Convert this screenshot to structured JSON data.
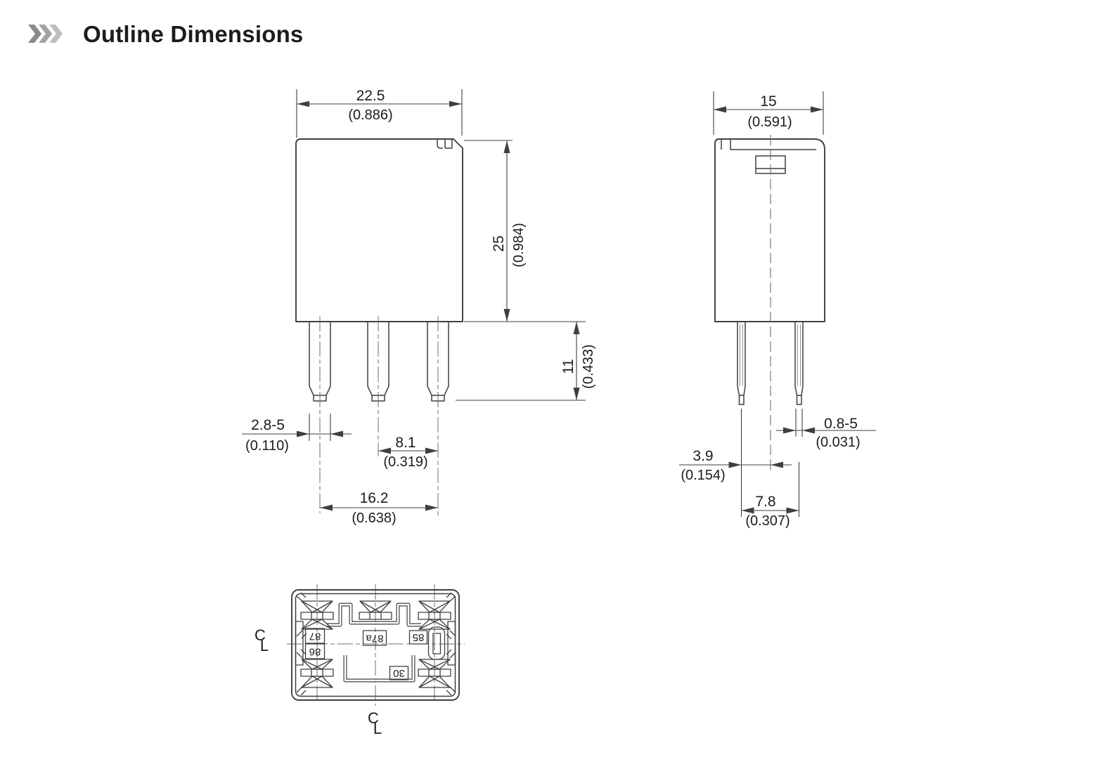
{
  "title": "Outline Dimensions",
  "front_view": {
    "width_mm": "22.5",
    "width_in": "(0.886)",
    "height_mm": "25",
    "height_in": "(0.984)",
    "pin_length_mm": "11",
    "pin_length_in": "(0.433)",
    "pin_width_mm": "2.8-5",
    "pin_width_in": "(0.110)",
    "pin_pitch_mm": "8.1",
    "pin_pitch_in": "(0.319)",
    "pin_span_mm": "16.2",
    "pin_span_in": "(0.638)"
  },
  "side_view": {
    "width_mm": "15",
    "width_in": "(0.591)",
    "pin_offset_mm": "3.9",
    "pin_offset_in": "(0.154)",
    "pin_span_mm": "7.8",
    "pin_span_in": "(0.307)",
    "pin_thickness_mm": "0.8-5",
    "pin_thickness_in": "(0.031)"
  },
  "bottom_view": {
    "pin_labels": {
      "p87": "87",
      "p86": "86",
      "p87a": "87a",
      "p85": "85",
      "p30": "30"
    },
    "centerline_symbol": {
      "c": "C",
      "l": "L"
    }
  },
  "colors": {
    "line": "#3f3f3f",
    "centerline": "#6f6f6f",
    "text": "#1c1c1c",
    "background": "#ffffff",
    "chevrons": [
      "#8a8a8a",
      "#a3a3a3",
      "#bdbdbd"
    ]
  }
}
